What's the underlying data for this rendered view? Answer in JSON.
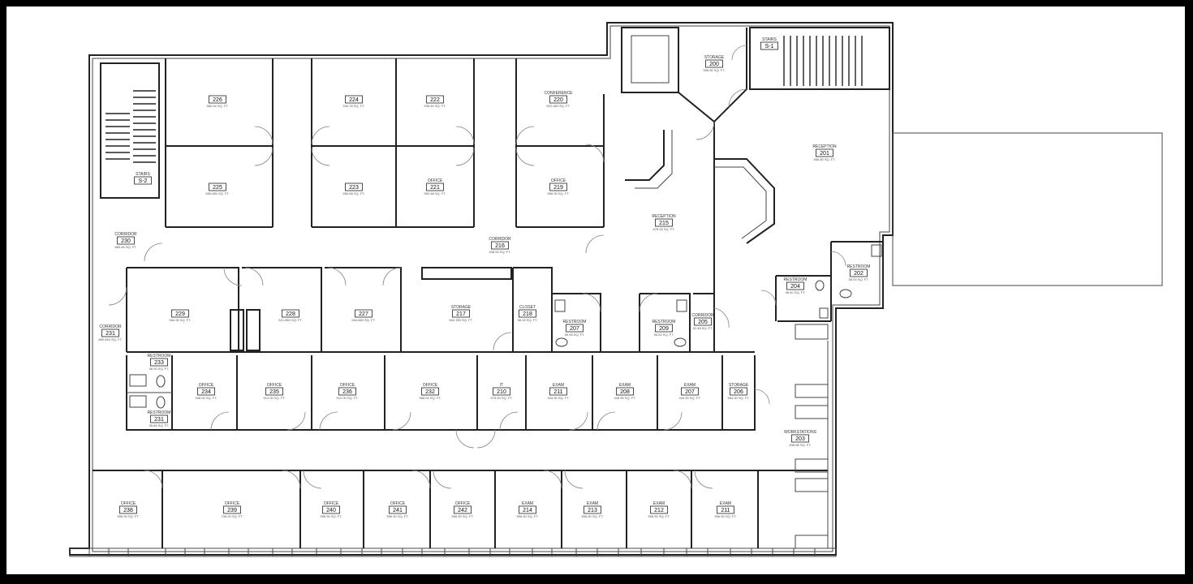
{
  "rooms": [
    {
      "name": "",
      "number": "226",
      "area": "580.84 SQ. FT."
    },
    {
      "name": "",
      "number": "224",
      "area": "534.76 SQ. FT."
    },
    {
      "name": "",
      "number": "222",
      "area": "536.50 SQ. FT."
    },
    {
      "name": "CONFERENCE",
      "number": "220",
      "area": "502.080 SQ. FT."
    },
    {
      "name": "",
      "number": "225",
      "area": "585.480 SQ. FT."
    },
    {
      "name": "",
      "number": "223",
      "area": "550.68 SQ. FT."
    },
    {
      "name": "OFFICE",
      "number": "221",
      "area": "550.68 SQ. FT."
    },
    {
      "name": "OFFICE",
      "number": "219",
      "area": "558.30 SQ. FT."
    },
    {
      "name": "CORRIDOR",
      "number": "216",
      "area": "538.53 SQ. FT."
    },
    {
      "name": "RECEPTION",
      "number": "215",
      "area": "678.93 SQ. FT."
    },
    {
      "name": "STAIRS",
      "number": "S-2",
      "area": ""
    },
    {
      "name": "STAIRS",
      "number": "S-1",
      "area": ""
    },
    {
      "name": "CORRIDOR",
      "number": "230",
      "area": "880.84 SQ. FT."
    },
    {
      "name": "STORAGE",
      "number": "200",
      "area": "556.80 SQ. FT."
    },
    {
      "name": "RECEPTION",
      "number": "201",
      "area": "556.80 SQ. FT."
    },
    {
      "name": "",
      "number": "229",
      "area": "584.90 SQ. FT."
    },
    {
      "name": "",
      "number": "228",
      "area": "521.860 SQ. FT."
    },
    {
      "name": "",
      "number": "227",
      "area": "564.680 SQ. FT."
    },
    {
      "name": "STORAGE",
      "number": "217",
      "area": "564.780 SQ. FT."
    },
    {
      "name": "CLOSET",
      "number": "218",
      "area": "56.00 SQ. FT."
    },
    {
      "name": "RESTROOM",
      "number": "207",
      "area": "55.58 SQ. FT."
    },
    {
      "name": "RESTROOM",
      "number": "209",
      "area": "55.52 SQ. FT."
    },
    {
      "name": "CORRIDOR",
      "number": "205",
      "area": "52.48 SQ. FT."
    },
    {
      "name": "RESTROOM",
      "number": "204",
      "area": "56.40 SQ. FT."
    },
    {
      "name": "RESTROOM",
      "number": "202",
      "area": "58.00 SQ. FT."
    },
    {
      "name": "CORRIDOR",
      "number": "231",
      "area": "880.840 SQ. FT."
    },
    {
      "name": "RESTROOM",
      "number": "233",
      "area": "56.90 SQ. FT."
    },
    {
      "name": "RESTROOM",
      "number": "231",
      "area": "55.86 SQ. FT."
    },
    {
      "name": "OFFICE",
      "number": "234",
      "area": "536.00 SQ. FT."
    },
    {
      "name": "OFFICE",
      "number": "235",
      "area": "512.00 SQ. FT."
    },
    {
      "name": "OFFICE",
      "number": "236",
      "area": "512.00 SQ. FT."
    },
    {
      "name": "OFFICE",
      "number": "232",
      "area": "568.00 SQ. FT."
    },
    {
      "name": "IT",
      "number": "210",
      "area": "575.53 SQ. FT."
    },
    {
      "name": "EXAM",
      "number": "211",
      "area": "444.90 SQ. FT."
    },
    {
      "name": "EXAM",
      "number": "208",
      "area": "446.90 SQ. FT."
    },
    {
      "name": "EXAM",
      "number": "207",
      "area": "444.90 SQ. FT."
    },
    {
      "name": "STORAGE",
      "number": "206",
      "area": "564.00 SQ. FT."
    },
    {
      "name": "WORKSTATIONS",
      "number": "203",
      "area": "838.88 SQ. FT."
    },
    {
      "name": "OFFICE",
      "number": "238",
      "area": "556.50 SQ. FT."
    },
    {
      "name": "OFFICE",
      "number": "239",
      "area": "708.00 SQ. FT."
    },
    {
      "name": "OFFICE",
      "number": "240",
      "area": "556.50 SQ. FT."
    },
    {
      "name": "OFFICE",
      "number": "241",
      "area": "556.50 SQ. FT."
    },
    {
      "name": "OFFICE",
      "number": "242",
      "area": "556.50 SQ. FT."
    },
    {
      "name": "EXAM",
      "number": "214",
      "area": "556.50 SQ. FT."
    },
    {
      "name": "EXAM",
      "number": "213",
      "area": "556.50 SQ. FT."
    },
    {
      "name": "EXAM",
      "number": "212",
      "area": "556.50 SQ. FT."
    },
    {
      "name": "EXAM",
      "number": "211",
      "area": "556.50 SQ. FT."
    }
  ]
}
